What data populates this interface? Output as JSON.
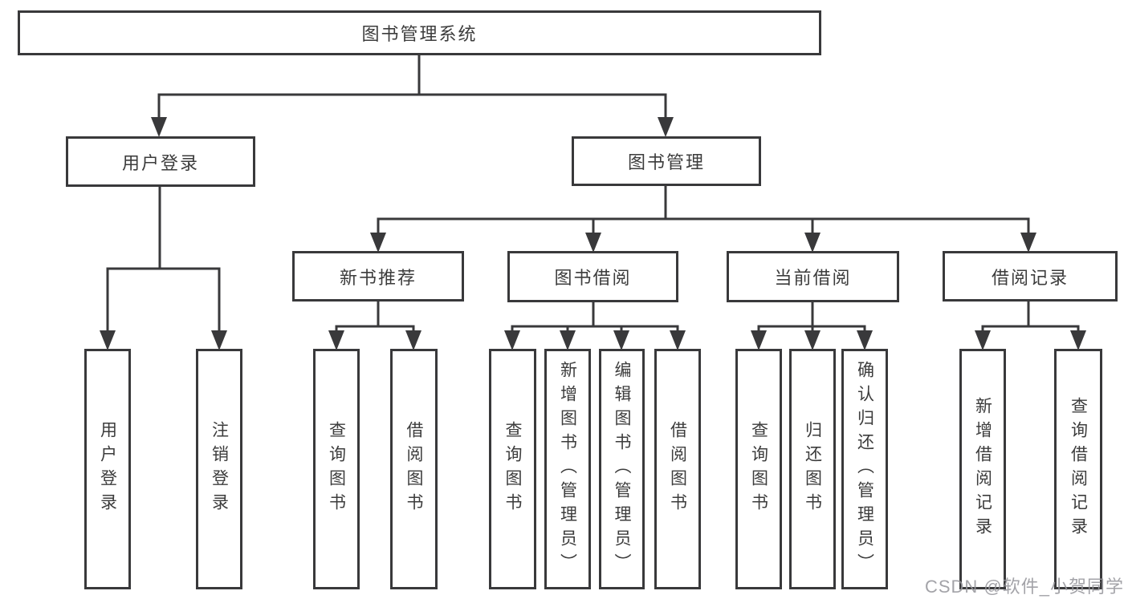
{
  "diagram": {
    "title": "图书管理系统",
    "type": "hierarchy-tree",
    "colors": {
      "line": "#39393b",
      "border": "#39393b",
      "text": "#3c3c3c",
      "background": "#ffffff",
      "watermark": "#9696a0"
    }
  },
  "nodes": {
    "root": {
      "label": "图书管理系统"
    },
    "login": {
      "label": "用户登录"
    },
    "mgmt": {
      "label": "图书管理"
    },
    "rec": {
      "label": "新书推荐"
    },
    "borrow": {
      "label": "图书借阅"
    },
    "current": {
      "label": "当前借阅"
    },
    "records": {
      "label": "借阅记录"
    },
    "login_login": {
      "label": "用户登录"
    },
    "login_logout": {
      "label": "注销登录"
    },
    "rec_query": {
      "label": "查询图书"
    },
    "rec_borrow": {
      "label": "借阅图书"
    },
    "borrow_query": {
      "label": "查询图书"
    },
    "borrow_add": {
      "label": "新增图书（管理员）"
    },
    "borrow_edit": {
      "label": "编辑图书（管理员）"
    },
    "borrow_borrow": {
      "label": "借阅图书"
    },
    "current_query": {
      "label": "查询图书"
    },
    "current_return": {
      "label": "归还图书"
    },
    "current_confirm": {
      "label": "确认归还（管理员）"
    },
    "records_add": {
      "label": "新增借阅记录"
    },
    "records_query": {
      "label": "查询借阅记录"
    }
  },
  "hierarchy": {
    "图书管理系统": [
      "用户登录",
      "图书管理"
    ],
    "用户登录": [
      "用户登录",
      "注销登录"
    ],
    "图书管理": [
      "新书推荐",
      "图书借阅",
      "当前借阅",
      "借阅记录"
    ],
    "新书推荐": [
      "查询图书",
      "借阅图书"
    ],
    "图书借阅": [
      "查询图书",
      "新增图书（管理员）",
      "编辑图书（管理员）",
      "借阅图书"
    ],
    "当前借阅": [
      "查询图书",
      "归还图书",
      "确认归还（管理员）"
    ],
    "借阅记录": [
      "新增借阅记录",
      "查询借阅记录"
    ]
  },
  "watermark": {
    "text": "CSDN @软件_小贺同学"
  }
}
